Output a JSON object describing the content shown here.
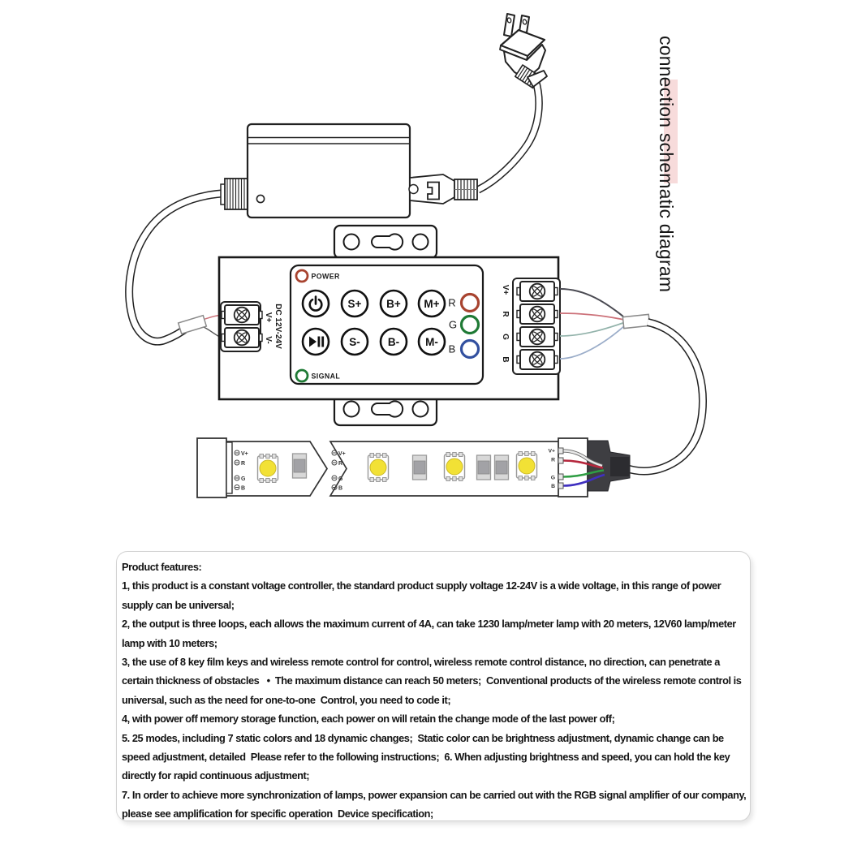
{
  "title": {
    "text": "connection schematic diagram",
    "highlight_color": "#f7dbdb"
  },
  "controller": {
    "power_label": "POWER",
    "signal_label": "SIGNAL",
    "btn_s_plus": "S+",
    "btn_b_plus": "B+",
    "btn_m_plus": "M+",
    "btn_s_minus": "S-",
    "btn_b_minus": "B-",
    "btn_m_minus": "M-",
    "ch_r": "R",
    "ch_g": "G",
    "ch_b": "B",
    "dc_label": "DC 12V-24V",
    "in_vplus": "V+",
    "in_vminus": "V-",
    "out": [
      "V+",
      "R",
      "G",
      "B"
    ]
  },
  "strip": {
    "pads": [
      "V+",
      "R",
      "G",
      "B"
    ],
    "end": [
      "V+",
      "R",
      "G",
      "B"
    ]
  },
  "features": {
    "heading": "Product features:",
    "items": [
      "1, this product is a constant voltage controller, the standard product supply voltage 12-24V is a wide voltage, in this range of power supply can be universal;",
      "2, the output is three loops, each allows the maximum current of 4A, can take 1230 lamp/meter lamp with 20 meters, 12V60 lamp/meter lamp with 10 meters;",
      "3, the use of 8 key film keys and wireless remote control for control, wireless remote control distance, no direction, can penetrate a certain thickness of obstacles   •  The maximum distance can reach 50 meters;  Conventional products of the wireless remote control is universal, such as the need for one-to-one  Control, you need to code it;",
      "4, with power off memory storage function, each power on will retain the change mode of the last power off;",
      "5. 25 modes, including 7 static colors and 18 dynamic changes;  Static color can be brightness adjustment, dynamic change can be speed adjustment, detailed  Please refer to the following instructions;  6. When adjusting brightness and speed, you can hold the key directly for rapid continuous adjustment;",
      "7. In order to achieve more synchronization of lamps, power expansion can be carried out with the RGB signal amplifier of our company, please see amplification for specific operation  Device specification;"
    ]
  },
  "colors": {
    "red_ring": "#a8432f",
    "green_ring": "#1f7a35",
    "blue_ring": "#32509f",
    "led_yellow": "#f2e135",
    "wire_dark": "#4a4a52",
    "wire_red": "#cc7179",
    "wire_green": "#93b3ab",
    "wire_blue": "#9badc9",
    "plug_wire_red": "#b5273d",
    "plug_wire_green": "#2f9e44",
    "plug_wire_blue": "#4030c0"
  }
}
